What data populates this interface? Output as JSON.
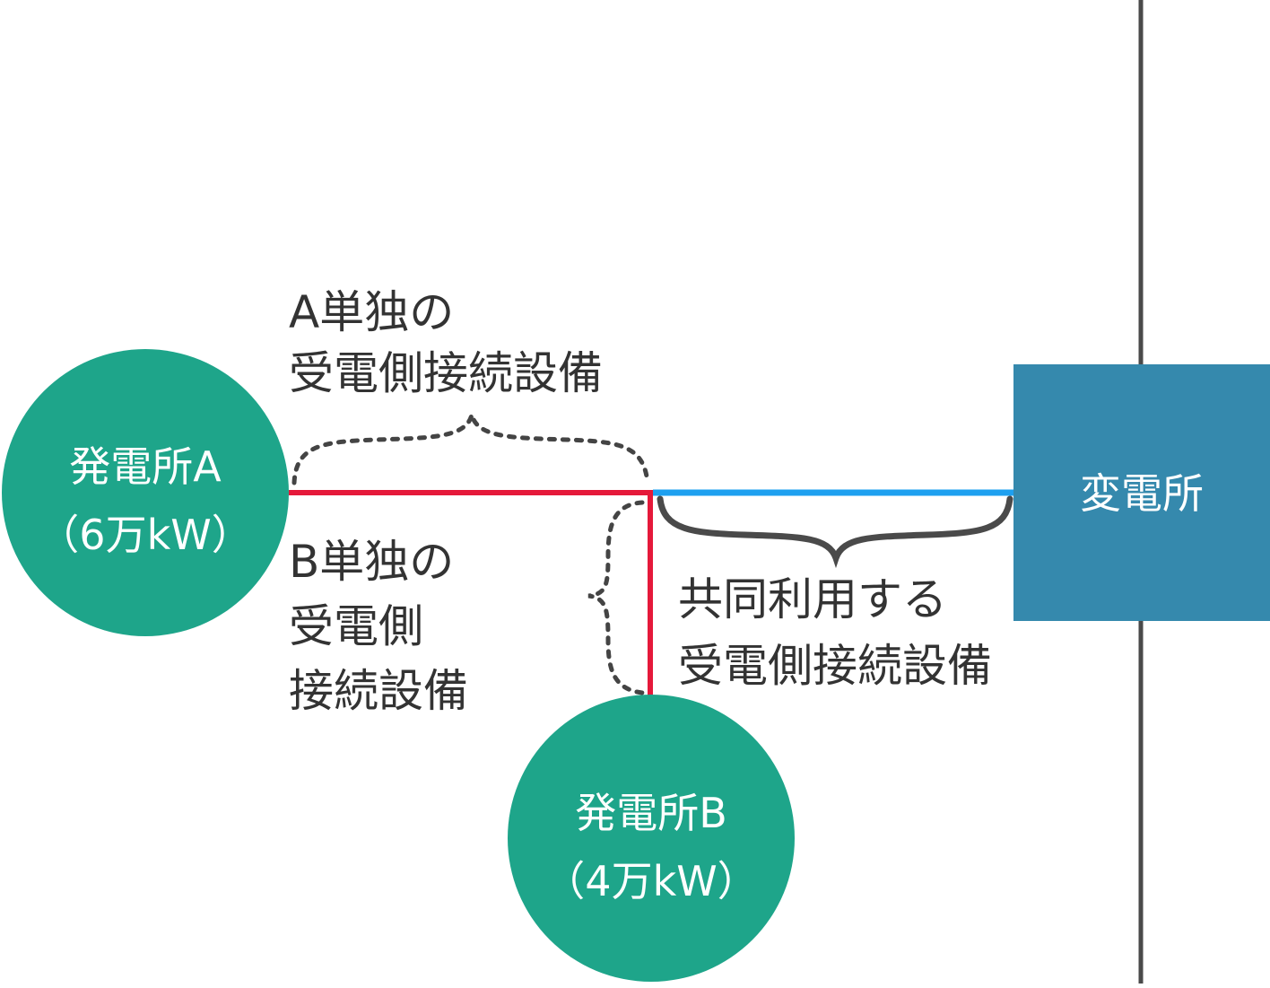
{
  "colors": {
    "plant": "#1ea58a",
    "substation": "#3589ad",
    "line_individual": "#e5193a",
    "line_shared": "#1ea0f0",
    "grid_line": "#4a4a4a",
    "brace_solid": "#4a4a4a",
    "brace_dotted": "#444444",
    "text_dark": "#333333",
    "text_light": "#ffffff"
  },
  "nodes": {
    "plant_a": {
      "name": "発電所A",
      "capacity": "（6万kW）"
    },
    "plant_b": {
      "name": "発電所B",
      "capacity": "（4万kW）"
    },
    "substation": {
      "name": "変電所"
    }
  },
  "labels": {
    "a_only": [
      "A単独の",
      "受電側接続設備"
    ],
    "b_only": [
      "B単独の",
      "受電側",
      "接続設備"
    ],
    "shared": [
      "共同利用する",
      "受電側接続設備"
    ]
  }
}
